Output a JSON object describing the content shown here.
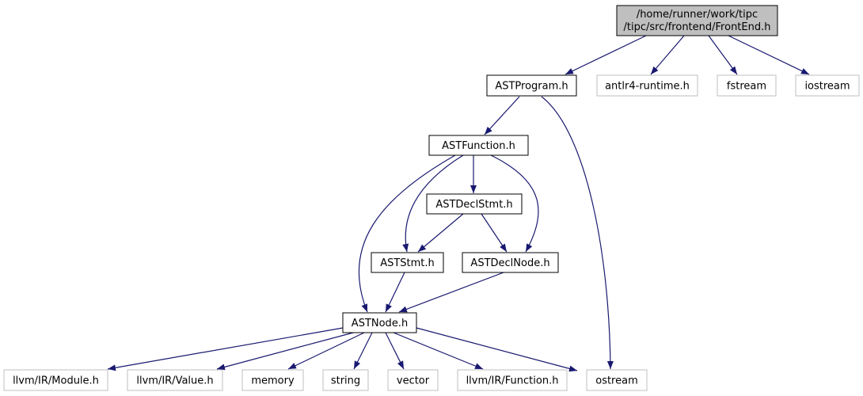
{
  "graph": {
    "nodes": {
      "frontend_h": {
        "line1": "/home/runner/work/tipc",
        "line2": "/tipc/src/frontend/FrontEnd.h"
      },
      "astprogram_h": {
        "label": "ASTProgram.h"
      },
      "antlr4_runtime_h": {
        "label": "antlr4-runtime.h"
      },
      "fstream": {
        "label": "fstream"
      },
      "iostream": {
        "label": "iostream"
      },
      "astfunction_h": {
        "label": "ASTFunction.h"
      },
      "astdeclstmt_h": {
        "label": "ASTDeclStmt.h"
      },
      "aststmt_h": {
        "label": "ASTStmt.h"
      },
      "astdeclnode_h": {
        "label": "ASTDeclNode.h"
      },
      "astnode_h": {
        "label": "ASTNode.h"
      },
      "llvm_module_h": {
        "label": "llvm/IR/Module.h"
      },
      "llvm_value_h": {
        "label": "llvm/IR/Value.h"
      },
      "memory": {
        "label": "memory"
      },
      "string": {
        "label": "string"
      },
      "vector": {
        "label": "vector"
      },
      "llvm_function_h": {
        "label": "llvm/IR/Function.h"
      },
      "ostream": {
        "label": "ostream"
      }
    },
    "colors": {
      "edge": "#191970",
      "root_fill": "#bfbfbf",
      "node_border": "#000000",
      "external_border": "#bfbfbf"
    }
  }
}
